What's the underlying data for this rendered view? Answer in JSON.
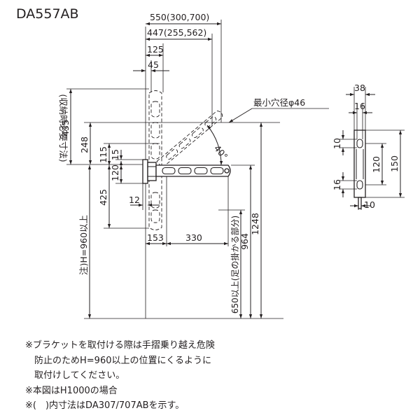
{
  "model": "DA557AB",
  "dims": {
    "w550": "550(300,700)",
    "w447": "447(255,562)",
    "w125": "125",
    "w45": "45",
    "h435": "435",
    "h435_note": "(収納時必要寸法)",
    "h248": "248",
    "h115": "115",
    "h15": "15",
    "h120": "120",
    "h425": "425",
    "w12": "12",
    "w153": "153",
    "w330": "330",
    "h960": "注)H=960以上",
    "h964": "964",
    "h650": "650以上(足の掛かる部分)",
    "h1248": "1248",
    "angle": "40°",
    "hole": "最小穴径φ46",
    "s38": "38",
    "s16a": "16",
    "s10a": "10",
    "s120": "120",
    "s150": "150",
    "s16b": "16",
    "s10b": "10"
  },
  "notes": [
    "※ブラケットを取付ける際は手摺乗り越え危険",
    "　防止のためH=960以上の位置にくるように",
    "　取付けしてください。",
    "※本図はH1000の場合",
    "※(　)内寸法はDA307/707ABを示す。"
  ]
}
